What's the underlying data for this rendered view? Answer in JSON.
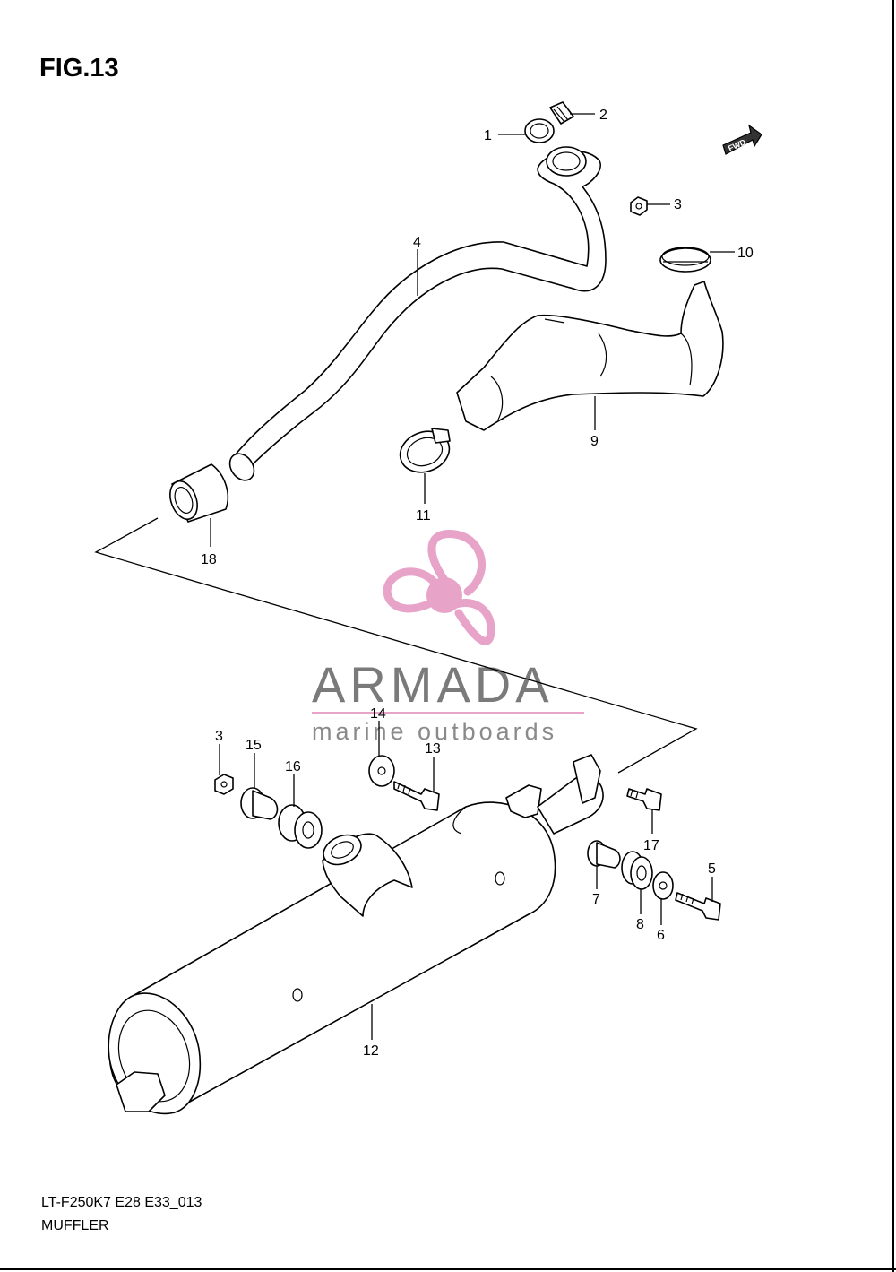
{
  "figure": {
    "title": "FIG.13",
    "model_code": "LT-F250K7 E28 E33_013",
    "assembly_name": "MUFFLER"
  },
  "watermark": {
    "brand": "ARMADA",
    "tagline": "marine outboards",
    "logo_color": "#e8a3c8",
    "text_color": "#7a7a7a"
  },
  "badges": {
    "forward_arrow": "FWD"
  },
  "callouts": [
    {
      "id": "c1",
      "label": "1"
    },
    {
      "id": "c2",
      "label": "2"
    },
    {
      "id": "c3a",
      "label": "3"
    },
    {
      "id": "c4",
      "label": "4"
    },
    {
      "id": "c10",
      "label": "10"
    },
    {
      "id": "c9",
      "label": "9"
    },
    {
      "id": "c11",
      "label": "11"
    },
    {
      "id": "c18",
      "label": "18"
    },
    {
      "id": "c3b",
      "label": "3"
    },
    {
      "id": "c15",
      "label": "15"
    },
    {
      "id": "c16",
      "label": "16"
    },
    {
      "id": "c14",
      "label": "14"
    },
    {
      "id": "c13",
      "label": "13"
    },
    {
      "id": "c17",
      "label": "17"
    },
    {
      "id": "c5",
      "label": "5"
    },
    {
      "id": "c7",
      "label": "7"
    },
    {
      "id": "c8",
      "label": "8"
    },
    {
      "id": "c6",
      "label": "6"
    },
    {
      "id": "c12",
      "label": "12"
    }
  ]
}
